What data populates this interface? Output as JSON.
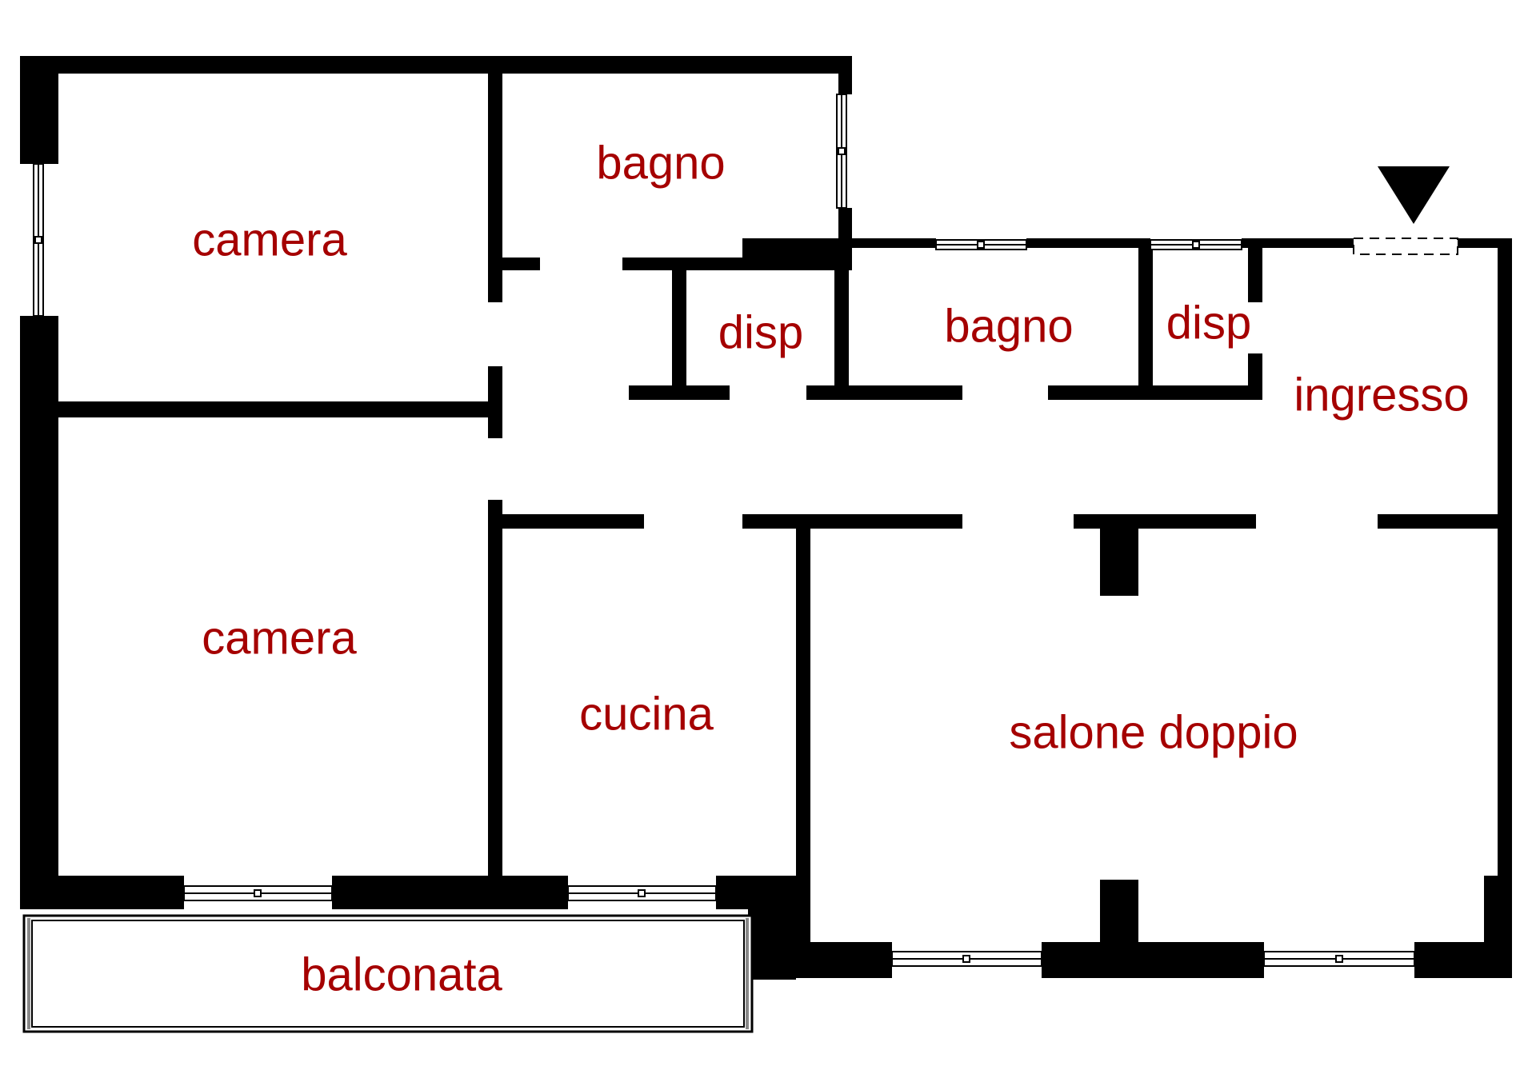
{
  "colors": {
    "wall": "#000000",
    "label": "#a50000",
    "background": "#ffffff"
  },
  "rooms": {
    "camera_top": "camera",
    "bagno_top": "bagno",
    "disp_left": "disp",
    "bagno_mid": "bagno",
    "disp_right": "disp",
    "ingresso": "ingresso",
    "camera_bottom": "camera",
    "cucina": "cucina",
    "salone": "salone doppio",
    "balconata": "balconata"
  },
  "icons": {
    "entrance": "entrance-arrow-icon"
  }
}
